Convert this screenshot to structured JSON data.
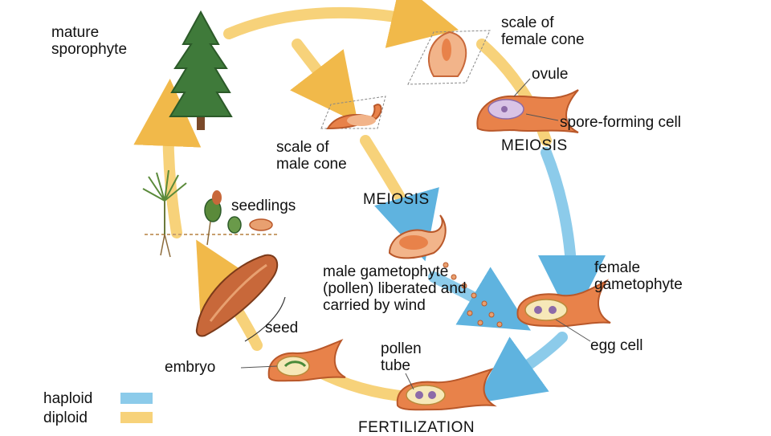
{
  "labels": {
    "mature_sporophyte": "mature\nsporophyte",
    "scale_female_cone": "scale of\nfemale cone",
    "ovule": "ovule",
    "spore_forming_cell": "spore-forming cell",
    "meiosis_right": "MEIOSIS",
    "scale_male_cone": "scale of\nmale cone",
    "meiosis_center": "MEIOSIS",
    "seedlings": "seedlings",
    "male_gametophyte": "male gametophyte\n(pollen) liberated and\ncarried by wind",
    "female_gametophyte": "female\ngametophyte",
    "seed": "seed",
    "egg_cell": "egg cell",
    "embryo": "embryo",
    "pollen_tube": "pollen\ntube",
    "fertilization": "FERTILIZATION"
  },
  "legend": {
    "haploid_label": "haploid",
    "diploid_label": "diploid",
    "haploid_color": "#8ccbea",
    "diploid_color": "#f7d27a"
  },
  "colors": {
    "diploid_arrow": "#f7d27a",
    "haploid_arrow": "#8ccbea",
    "tree_foliage": "#3f7a3a",
    "trunk": "#7b4a2a",
    "tissue": "#e8824a",
    "tissue_light": "#f2b48a"
  }
}
